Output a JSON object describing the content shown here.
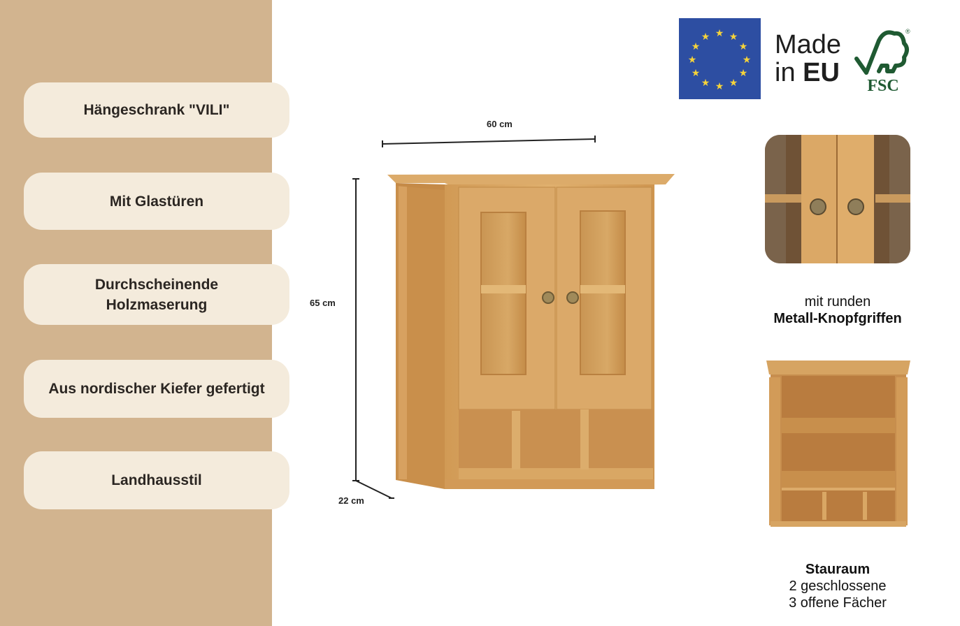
{
  "features": [
    {
      "lines": [
        "Hängeschrank \"VILI\""
      ]
    },
    {
      "lines": [
        "Mit Glastüren"
      ]
    },
    {
      "lines": [
        "Durchscheinende",
        "Holzmaserung"
      ]
    },
    {
      "lines": [
        "Aus nordischer Kiefer gefertigt"
      ]
    },
    {
      "lines": [
        "Landhausstil"
      ]
    }
  ],
  "dimensions": {
    "width": "60 cm",
    "height": "65 cm",
    "depth": "22 cm"
  },
  "badges": {
    "made_in_line1": "Made",
    "made_in_line2_prefix": "in ",
    "made_in_line2_bold": "EU",
    "fsc_label": "FSC",
    "fsc_registered": "®"
  },
  "detail_knobs": {
    "line1": "mit runden",
    "line2": "Metall-Knopfgriffen"
  },
  "detail_storage": {
    "title": "Stauraum",
    "line1": "2 geschlossene",
    "line2": "3 offene Fächer"
  },
  "colors": {
    "sidebar": "#d2b48f",
    "pill": "#f4ebdc",
    "eu_blue": "#2d4ea2",
    "eu_star": "#f5d33a",
    "fsc_green": "#1f5a32",
    "wood": "#d9a55f"
  }
}
